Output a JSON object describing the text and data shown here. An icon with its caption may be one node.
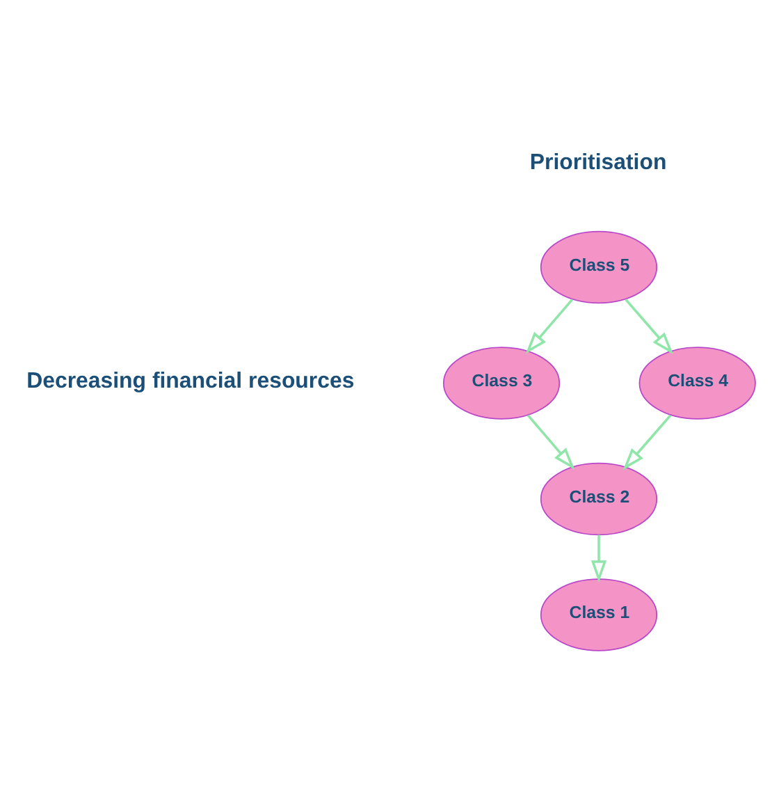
{
  "diagram": {
    "nodes": [
      {
        "text": [
          "Class 5"
        ]
      },
      {
        "text": [
          "Class 3"
        ]
      },
      {
        "text": [
          "Class 4"
        ]
      },
      {
        "text": [
          "Class 2"
        ]
      },
      {
        "text": [
          "Class 1"
        ]
      }
    ],
    "edges": [
      {
        "from": 0,
        "to": 1,
        "arrow": "to"
      },
      {
        "from": 0,
        "to": 2,
        "arrow": "to"
      },
      {
        "from": 1,
        "to": 3,
        "arrow": "to"
      },
      {
        "from": 2,
        "to": 3,
        "arrow": "to"
      },
      {
        "from": 3,
        "to": 4,
        "arrow": "to"
      }
    ],
    "labels": [
      "Prioritisation",
      "Decreasing financial resources"
    ]
  }
}
